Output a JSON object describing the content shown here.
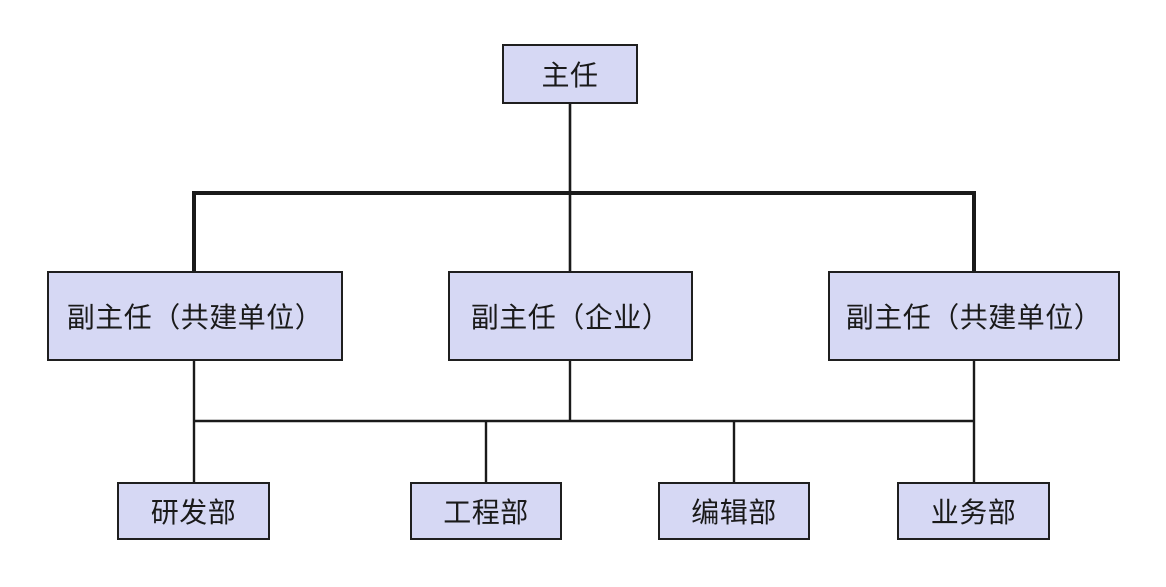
{
  "org": {
    "root": {
      "label": "主任"
    },
    "deputies": [
      {
        "label": "副主任（共建单位）"
      },
      {
        "label": "副主任（企业）"
      },
      {
        "label": "副主任（共建单位）"
      }
    ],
    "departments": [
      {
        "label": "研发部",
        "parent": "连接线（第二层汇总线）"
      },
      {
        "label": "工程部"
      },
      {
        "label": "编辑部"
      },
      {
        "label": "业务部"
      }
    ]
  },
  "colors": {
    "background": "#ffffff",
    "node_fill": "#d6d8f4",
    "node_border": "#1f1f1f",
    "line": "#1a1a1a",
    "text": "#1a1a1a"
  }
}
